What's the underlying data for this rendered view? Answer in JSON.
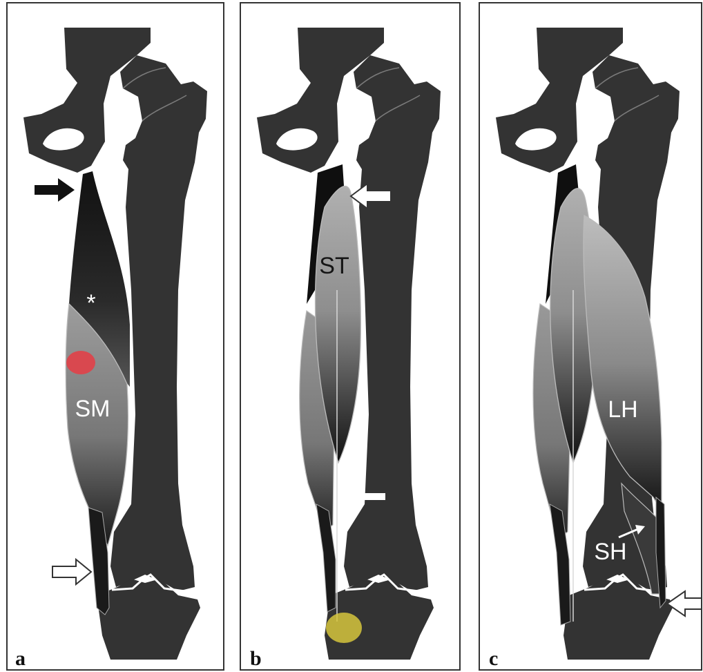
{
  "panels": [
    {
      "letter": "a",
      "labels": {
        "muscle": "SM",
        "star": "*"
      }
    },
    {
      "letter": "b",
      "labels": {
        "muscle": "ST"
      }
    },
    {
      "letter": "c",
      "labels": {
        "muscle_long": "LH",
        "muscle_short": "SH"
      }
    }
  ],
  "colors": {
    "bone": "#333333",
    "muscle_light": "#a8a8a8",
    "muscle_dark": "#151515",
    "red_marker": "#d9484f",
    "yellow_marker": "#d6c63d",
    "frame": "#333333"
  }
}
